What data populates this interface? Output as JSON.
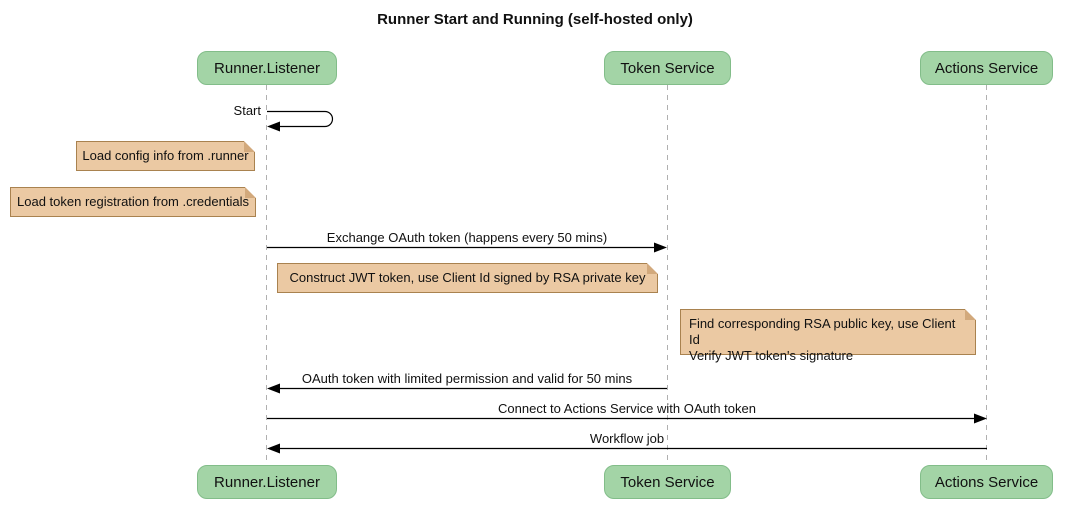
{
  "title": "Runner Start and Running (self-hosted only)",
  "colors": {
    "participant_fill": "#a3d4a6",
    "participant_border": "#82bd89",
    "note_fill": "#ebc9a3",
    "note_border": "#a9824f",
    "note_fold": "#d2a97c",
    "lifeline": "#b0b0b0",
    "text": "#111111"
  },
  "participants": [
    {
      "name": "Runner.Listener"
    },
    {
      "name": "Token Service"
    },
    {
      "name": "Actions Service"
    }
  ],
  "self_message": {
    "label": "Start",
    "actor": "Runner.Listener"
  },
  "notes": [
    {
      "text": "Load config info from .runner"
    },
    {
      "text": "Load token registration from .credentials"
    },
    {
      "text": "Construct JWT token, use Client Id signed by RSA private key"
    },
    {
      "lines": [
        "Find corresponding RSA public key, use Client Id",
        "Verify JWT token's signature"
      ]
    }
  ],
  "messages": [
    {
      "label": "Exchange OAuth token (happens every 50 mins)",
      "from": "Runner.Listener",
      "to": "Token Service"
    },
    {
      "label": "OAuth token with limited permission and valid for 50 mins",
      "from": "Token Service",
      "to": "Runner.Listener"
    },
    {
      "label": "Connect to Actions Service with OAuth token",
      "from": "Runner.Listener",
      "to": "Actions Service"
    },
    {
      "label": "Workflow job",
      "from": "Actions Service",
      "to": "Runner.Listener"
    }
  ]
}
